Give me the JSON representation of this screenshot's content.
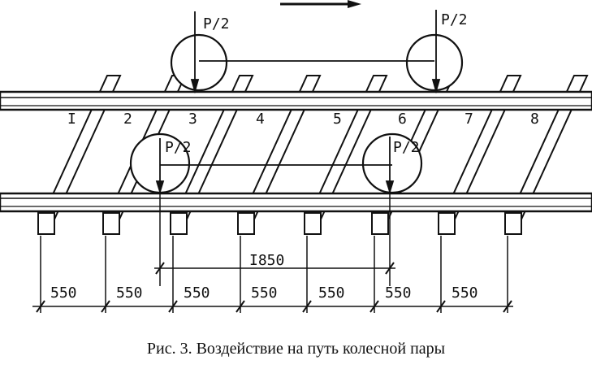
{
  "diagram": {
    "load_label": "P/2",
    "sleeper_numbers": [
      "I",
      "2",
      "3",
      "4",
      "5",
      "6",
      "7",
      "8"
    ],
    "wheelbase_label": "I850",
    "spacing_labels": [
      "550",
      "550",
      "550",
      "550",
      "550",
      "550",
      "550"
    ]
  },
  "caption": "Рис. 3. Воздействие на путь колесной пары"
}
